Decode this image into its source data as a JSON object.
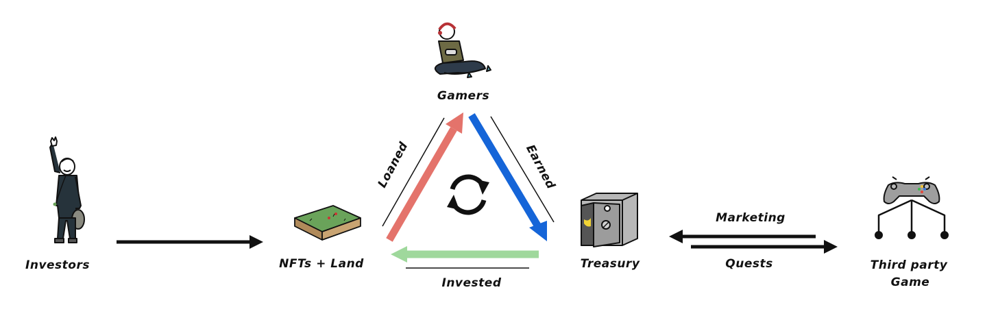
{
  "nodes": {
    "investors": "Investors",
    "nfts_land": "NFTs + Land",
    "gamers": "Gamers",
    "treasury": "Treasury",
    "third_party_line1": "Third party",
    "third_party_line2": "Game"
  },
  "edges": {
    "loaned": "Loaned",
    "earned": "Earned",
    "invested": "Invested",
    "marketing": "Marketing",
    "quests": "Quests"
  },
  "colors": {
    "loaned_arrow": "#e4736b",
    "earned_arrow": "#1565d8",
    "invested_arrow": "#9fd89c",
    "ink": "#111111",
    "land_grass": "#6aa35a",
    "land_soil": "#b08a5a",
    "safe_body": "#a9a9a9",
    "controller": "#9e9e9e"
  },
  "icons": {
    "cycle": "refresh-cycle-icon",
    "investor": "investor-person-icon",
    "gamer": "gamer-person-icon",
    "land": "land-tile-icon",
    "treasury": "safe-vault-icon",
    "game": "game-controller-icon"
  }
}
